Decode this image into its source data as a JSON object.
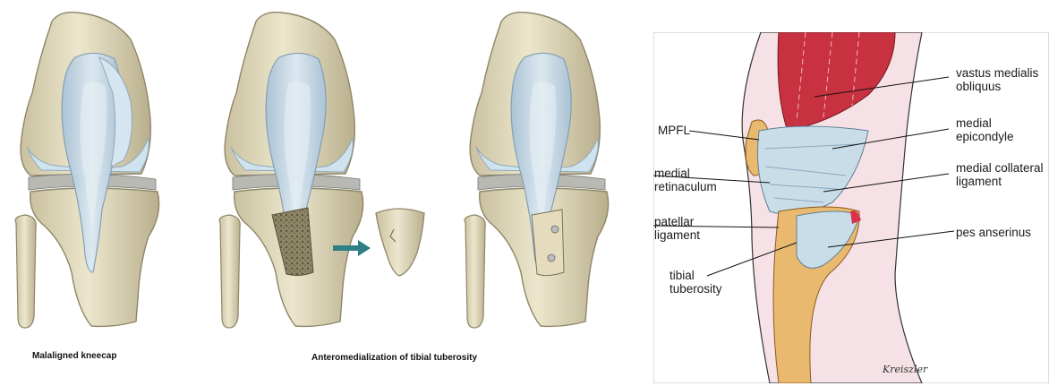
{
  "captions": {
    "malaligned": "Malaligned kneecap",
    "anteromedialization": "Anteromedialization of tibial tuberosity"
  },
  "anatomy_labels": {
    "vastus_medialis": [
      "vastus medialis",
      "obliquus"
    ],
    "mpfl": [
      "MPFL"
    ],
    "medial_epicondyle": [
      "medial",
      "epicondyle"
    ],
    "medial_retinaculum": [
      "medial",
      "retinaculum"
    ],
    "medial_collateral": [
      "medial collateral",
      "ligament"
    ],
    "patellar_ligament": [
      "patellar",
      "ligament"
    ],
    "pes_anserinus": [
      "pes anserinus"
    ],
    "tibial_tuberosity": [
      "tibial",
      "tuberosity"
    ]
  },
  "signature": "Kreiszler",
  "colors": {
    "bone": "#e3dcbf",
    "bone_dark": "#b3aa86",
    "cartilage": "#cfe3ef",
    "patella": "#b9cfdf",
    "muscle": "#c8313f",
    "tendon": "#c9dde9",
    "fat": "#e8b96e",
    "arrow": "#2f7e85"
  }
}
